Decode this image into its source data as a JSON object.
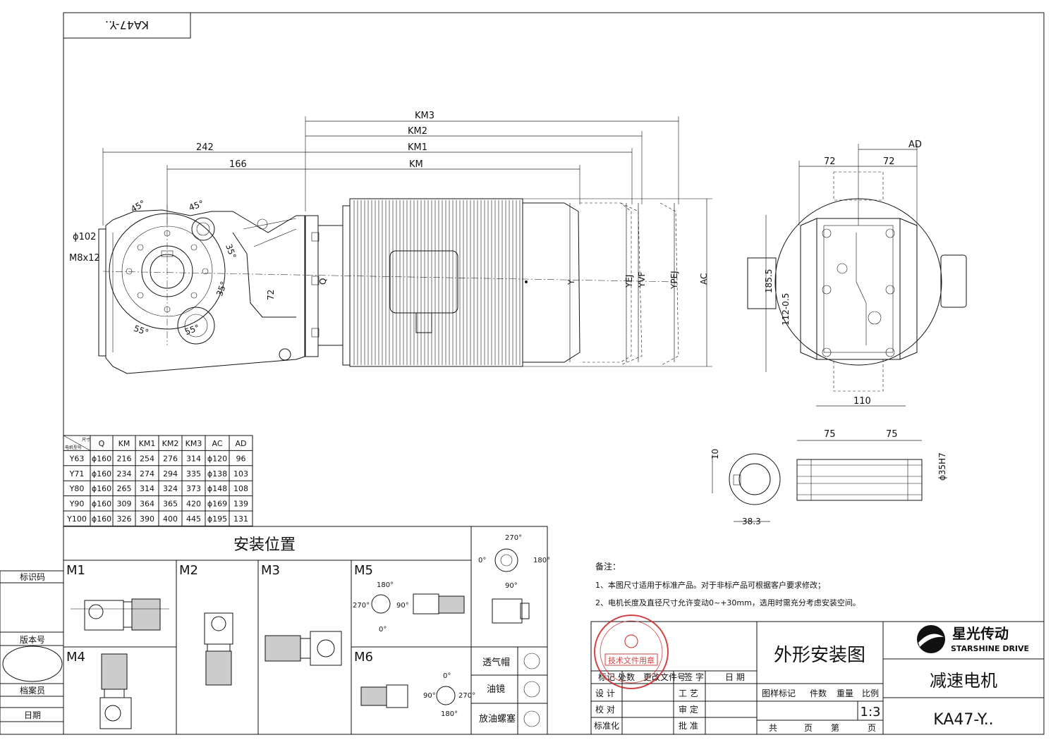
{
  "title_box": {
    "model_code": "KA47-Y.."
  },
  "dimensions": {
    "km3": "KM3",
    "km2": "KM2",
    "km1": "KM1",
    "km": "KM",
    "d242": "242",
    "d166": "166",
    "angle45a": "45°",
    "angle45b": "45°",
    "angle35a": "35°",
    "angle35b": "35°",
    "angle55a": "55°",
    "angle55b": "55°",
    "phi102": "ϕ102",
    "m8x12": "M8x12",
    "d72v": "72",
    "q": "Q",
    "y": "Y",
    "yej": "YEJ",
    "yvf": "YVF",
    "ypej": "YPEJ",
    "ac": "AC",
    "ad": "AD",
    "d72a": "72",
    "d72b": "72",
    "d185": "185.5",
    "d112": "112-0.5",
    "d110": "110",
    "d75a": "75",
    "d75b": "75",
    "d10": "10",
    "phi35": "ϕ35H7",
    "d383": "38.3"
  },
  "spec_table": {
    "header_corner_top": "尺寸",
    "header_corner_bottom": "电机型号",
    "columns": [
      "Q",
      "KM",
      "KM1",
      "KM2",
      "KM3",
      "AC",
      "AD"
    ],
    "rows": [
      {
        "model": "Y63",
        "cells": [
          "ϕ160",
          "216",
          "254",
          "276",
          "314",
          "ϕ120",
          "96"
        ]
      },
      {
        "model": "Y71",
        "cells": [
          "ϕ160",
          "234",
          "274",
          "294",
          "335",
          "ϕ138",
          "103"
        ]
      },
      {
        "model": "Y80",
        "cells": [
          "ϕ160",
          "265",
          "314",
          "324",
          "373",
          "ϕ148",
          "108"
        ]
      },
      {
        "model": "Y90",
        "cells": [
          "ϕ160",
          "309",
          "364",
          "365",
          "420",
          "ϕ169",
          "139"
        ]
      },
      {
        "model": "Y100",
        "cells": [
          "ϕ160",
          "326",
          "390",
          "400",
          "445",
          "ϕ195",
          "131"
        ]
      }
    ]
  },
  "mounting": {
    "title": "安装位置",
    "labels": {
      "m1": "M1",
      "m2": "M2",
      "m3": "M3",
      "m4": "M4",
      "m5": "M5",
      "m6": "M6"
    },
    "angles": {
      "a0": "0°",
      "a90": "90°",
      "a180": "180°",
      "a270": "270°"
    },
    "legend": {
      "vent": "透气帽",
      "oil_gauge": "油镜",
      "drain": "放油螺塞"
    }
  },
  "side_panel": {
    "code": "标识码",
    "version": "版本号",
    "archivist": "档案员",
    "date": "日期"
  },
  "notes": {
    "heading": "备注：",
    "line1": "1、本图尺寸适用于标准产品。对于非标产品可根据客户要求修改；",
    "line2": "2、电机长度及直径尺寸允许变动0~+30mm，选用时需充分考虑安装空间。"
  },
  "title_block": {
    "drawing_name": "外形安装图",
    "company_cn": "星光传动",
    "company_en": "STARSHINE DRIVE",
    "product": "减速电机",
    "model": "KA47-Y..",
    "scale": "1:3",
    "revision_headers": [
      "标记",
      "处数",
      "更改文件号",
      "签 字",
      "日 期"
    ],
    "roles": {
      "design": "设 计",
      "check": "校 对",
      "std": "标准化",
      "process": "工 艺",
      "review": "审 定",
      "approve": "批 准"
    },
    "stage_headers": [
      "图样标记",
      "件数",
      "重量",
      "比例"
    ],
    "sheet_total": "共",
    "sheet_page": "页",
    "sheet_no": "第",
    "sheet_page2": "页"
  },
  "stamp": {
    "text": "技术文件用章"
  },
  "colors": {
    "line": "#111111",
    "stamp": "#cc2222",
    "logo": "#111111"
  }
}
